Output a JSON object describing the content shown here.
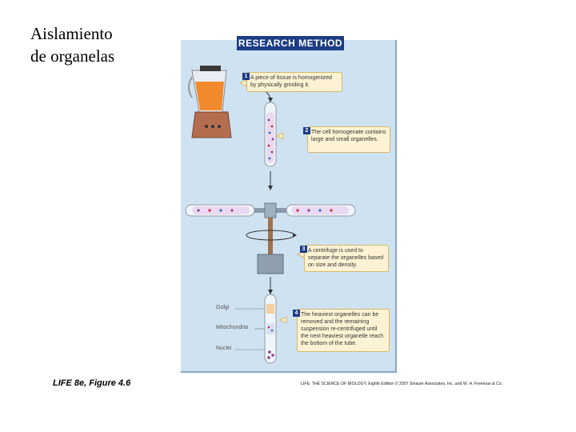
{
  "slide_title": [
    "Aislamiento",
    "de organelas"
  ],
  "banner": "RESEARCH METHOD",
  "steps": [
    {
      "num": "1",
      "text": "A piece of tissue is homogenized by physically grinding it."
    },
    {
      "num": "2",
      "text": "The cell homogenate contains large and small organelles."
    },
    {
      "num": "3",
      "text": "A centrifuge is used to separate the organelles based on size and density."
    },
    {
      "num": "4",
      "text": "The heaviest organelles can be removed and the remaining suspension re-centrifuged until the next heaviest organelle reach the bottom of the tube."
    }
  ],
  "tube_labels": [
    "Golgi",
    "Mitochondria",
    "Nuclei"
  ],
  "credit_left": "LIFE 8e, Figure 4.6",
  "credit_right": "LIFE: THE SCIENCE OF BIOLOGY, Eighth Edition © 2007 Sinauer Associates, Inc. and W. H. Freeman & Co.",
  "colors": {
    "banner": "#1d3c86",
    "panel": "#cfe2f1",
    "callout": "#fdf3d4",
    "homogenate": "#f08a2c"
  }
}
